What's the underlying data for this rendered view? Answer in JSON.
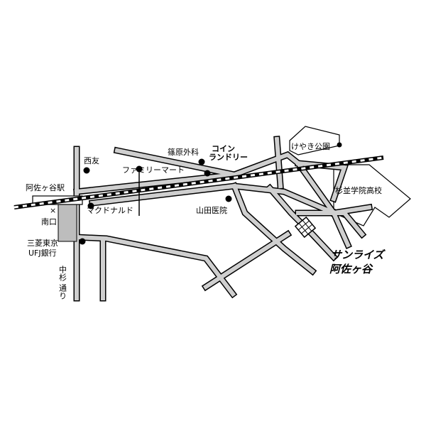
{
  "colors": {
    "road_fill": "#cfcfcf",
    "road_edge": "#000000",
    "background": "#ffffff",
    "station_platform": "#bdbdbd",
    "marker": "#000000"
  },
  "station": {
    "name": "阿佐ヶ谷駅",
    "south_exit": "南口",
    "exit_mark": "×"
  },
  "street": {
    "name_line1": "中杉",
    "name_line2": "通り"
  },
  "landmarks": {
    "seiyu": "西友",
    "familymart": "ファミリーマート",
    "mcdonalds": "マクドナルド",
    "shinohara": "篠原外科",
    "coin_laundry_line1": "コイン",
    "coin_laundry_line2": "ランドリー",
    "yamada": "山田医院",
    "keyaki_park": "けやき公園",
    "suginami_school": "杉並学院高校",
    "ufj_line1": "三菱東京",
    "ufj_line2": "UFJ銀行"
  },
  "destination": {
    "line1": "サンライズ",
    "line2": "阿佐ヶ谷",
    "icon": "building-icon"
  }
}
